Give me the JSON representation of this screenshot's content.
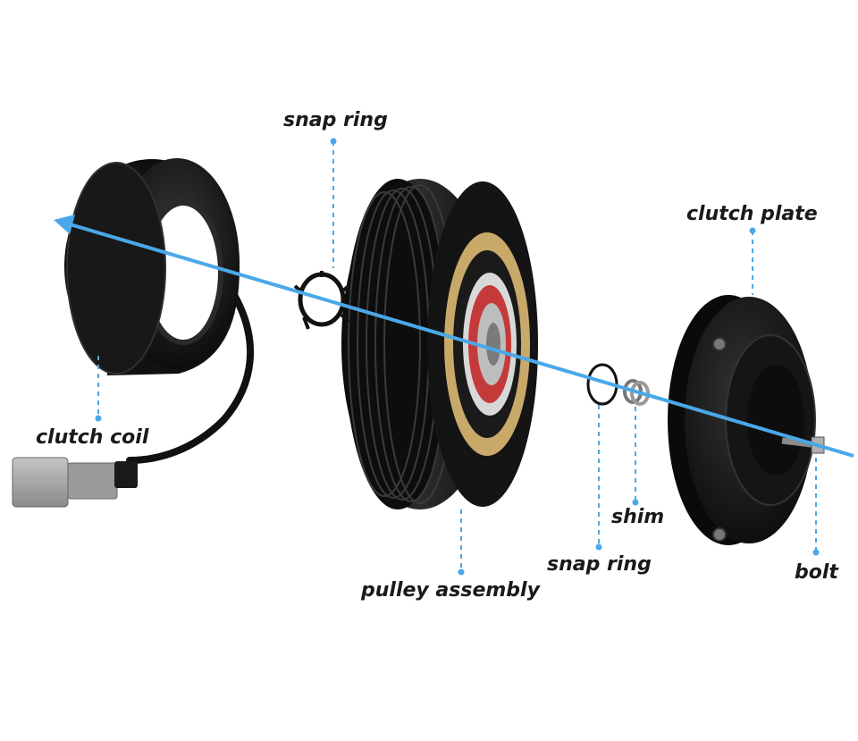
{
  "colors": {
    "axis": "#4aa8e8",
    "leader": "#4aa8e8",
    "part_dark": "#141414",
    "part_mid": "#2a2a2a",
    "bearing_gold": "#c9a96a",
    "bearing_red": "#c43a3a",
    "connector_grey": "#a8a8a8"
  },
  "labels": {
    "snap_ring_top": "snap ring",
    "clutch_plate": "clutch plate",
    "clutch_coil": "clutch coil",
    "shim": "shim",
    "snap_ring_bottom": "snap ring",
    "bolt": "bolt",
    "pulley_assembly": "pulley assembly"
  }
}
